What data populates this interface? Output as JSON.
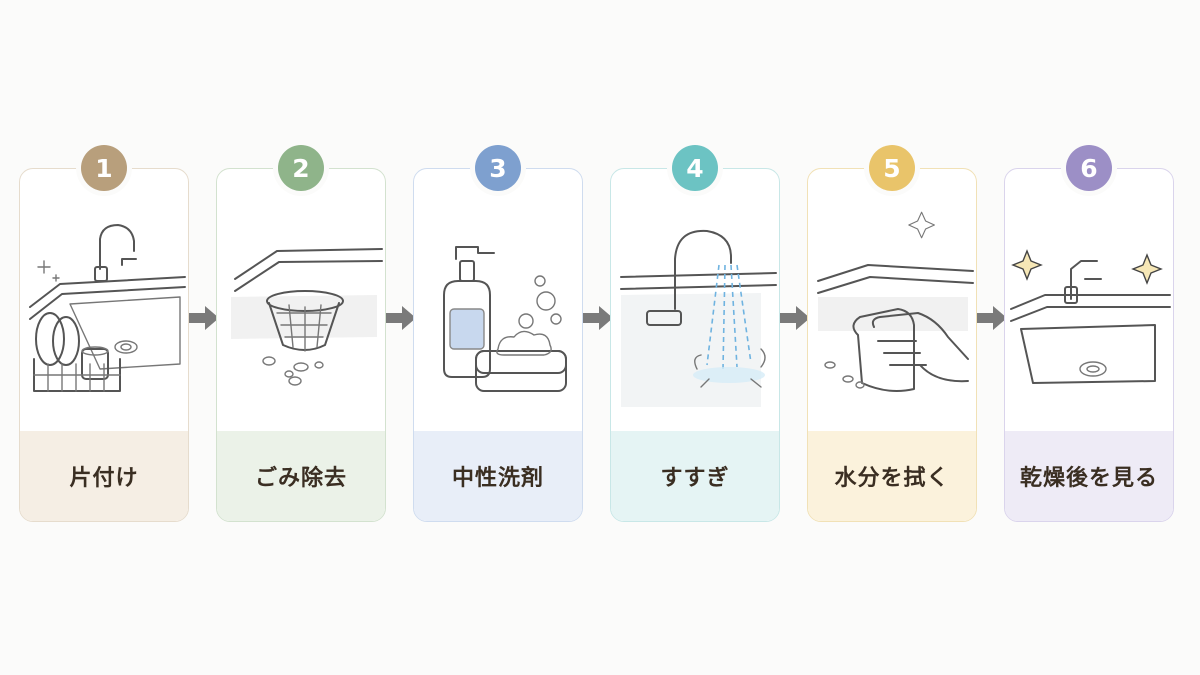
{
  "steps": [
    {
      "number": "1",
      "label": "片付け",
      "color": "#b89f7c",
      "label_bg": "#f5eee4",
      "border": "#e6dccd"
    },
    {
      "number": "2",
      "label": "ごみ除去",
      "color": "#8fb48a",
      "label_bg": "#ebf2e8",
      "border": "#d3e2cf"
    },
    {
      "number": "3",
      "label": "中性洗剤",
      "color": "#7ea0cf",
      "label_bg": "#e8eef8",
      "border": "#cfdcef"
    },
    {
      "number": "4",
      "label": "すすぎ",
      "color": "#6cc3c3",
      "label_bg": "#e5f4f4",
      "border": "#c8e7e7"
    },
    {
      "number": "5",
      "label": "水分を拭く",
      "color": "#e9c46a",
      "label_bg": "#fbf2dc",
      "border": "#f1e1b6"
    },
    {
      "number": "6",
      "label": "乾燥後を見る",
      "color": "#9c8fc6",
      "label_bg": "#eeebf6",
      "border": "#dad4ec"
    }
  ],
  "arrow_color": "#7a7a7a"
}
